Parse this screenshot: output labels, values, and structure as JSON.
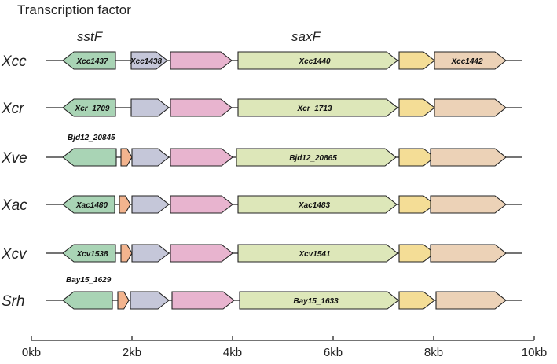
{
  "header": {
    "title": "Transcription factor",
    "gene_sstF": "sstF",
    "gene_saxF": "saxF"
  },
  "axis": {
    "ticks": [
      "0kb",
      "2kb",
      "4kb",
      "6kb",
      "8kb",
      "10kb"
    ]
  },
  "colors": {
    "green": "#a9d4b5",
    "lavender": "#c5c7d9",
    "pink": "#e8b4cf",
    "lime": "#dde7b9",
    "yellow": "#f4dd96",
    "peach": "#ecd2b7",
    "orange": "#f3b48e"
  },
  "rows": [
    {
      "label": "Xcc",
      "genes": [
        {
          "label": "Xcc1437"
        },
        {
          "label": "Xcc1438"
        },
        {
          "label": ""
        },
        {
          "label": "Xcc1440"
        },
        {
          "label": ""
        },
        {
          "label": "Xcc1442"
        }
      ]
    },
    {
      "label": "Xcr",
      "genes": [
        {
          "label": "Xcr_1709"
        },
        {
          "label": ""
        },
        {
          "label": ""
        },
        {
          "label": "Xcr_1713"
        },
        {
          "label": ""
        },
        {
          "label": ""
        }
      ]
    },
    {
      "label": "Xve",
      "above_label": "Bjd12_20845",
      "genes": [
        {
          "label": ""
        },
        {
          "label": ""
        },
        {
          "label": ""
        },
        {
          "label": ""
        },
        {
          "label": "Bjd12_20865"
        },
        {
          "label": ""
        },
        {
          "label": ""
        }
      ]
    },
    {
      "label": "Xac",
      "genes": [
        {
          "label": "Xac1480"
        },
        {
          "label": ""
        },
        {
          "label": ""
        },
        {
          "label": ""
        },
        {
          "label": "Xac1483"
        },
        {
          "label": ""
        },
        {
          "label": ""
        }
      ]
    },
    {
      "label": "Xcv",
      "genes": [
        {
          "label": "Xcv1538"
        },
        {
          "label": ""
        },
        {
          "label": ""
        },
        {
          "label": ""
        },
        {
          "label": "Xcv1541"
        },
        {
          "label": ""
        },
        {
          "label": ""
        }
      ]
    },
    {
      "label": "Srh",
      "above_label": "Bay15_1629",
      "genes": [
        {
          "label": ""
        },
        {
          "label": ""
        },
        {
          "label": ""
        },
        {
          "label": ""
        },
        {
          "label": "Bay15_1633"
        },
        {
          "label": ""
        },
        {
          "label": ""
        }
      ]
    }
  ]
}
